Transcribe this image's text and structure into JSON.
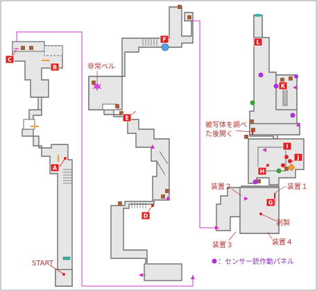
{
  "colors": {
    "floor": "#e6e6e6",
    "wall": "#6e6e6e",
    "route": "#cc33cc",
    "marker": "#e02020",
    "sensor": "#b030e0",
    "crate": "#a0603a",
    "green": "#3aa03a",
    "blue": "#5aa0e0",
    "orange": "#f0a030",
    "teal": "#3ab0a0",
    "annotation": "#b03030"
  },
  "markers": [
    {
      "id": "A",
      "label": "A"
    },
    {
      "id": "B",
      "label": "B"
    },
    {
      "id": "C",
      "label": "C"
    },
    {
      "id": "D",
      "label": "D"
    },
    {
      "id": "E",
      "label": "E"
    },
    {
      "id": "F",
      "label": "F"
    },
    {
      "id": "G",
      "label": "G"
    },
    {
      "id": "H",
      "label": "H"
    },
    {
      "id": "I",
      "label": "I"
    },
    {
      "id": "J",
      "label": "J"
    },
    {
      "id": "K",
      "label": "K"
    },
    {
      "id": "L",
      "label": "L"
    }
  ],
  "annotations": {
    "start": "START",
    "emergency_bell": "非常ベル",
    "scan_photo_1": "被写体を調べ",
    "scan_photo_2": "た後開く",
    "device_1": "装置１",
    "device_2": "装置２",
    "device_3": "装置３",
    "device_4": "装置４",
    "peel": "剥製"
  },
  "legend": {
    "icon": "sensor-dot-icon",
    "text": "：センサー銃作動パネル"
  }
}
